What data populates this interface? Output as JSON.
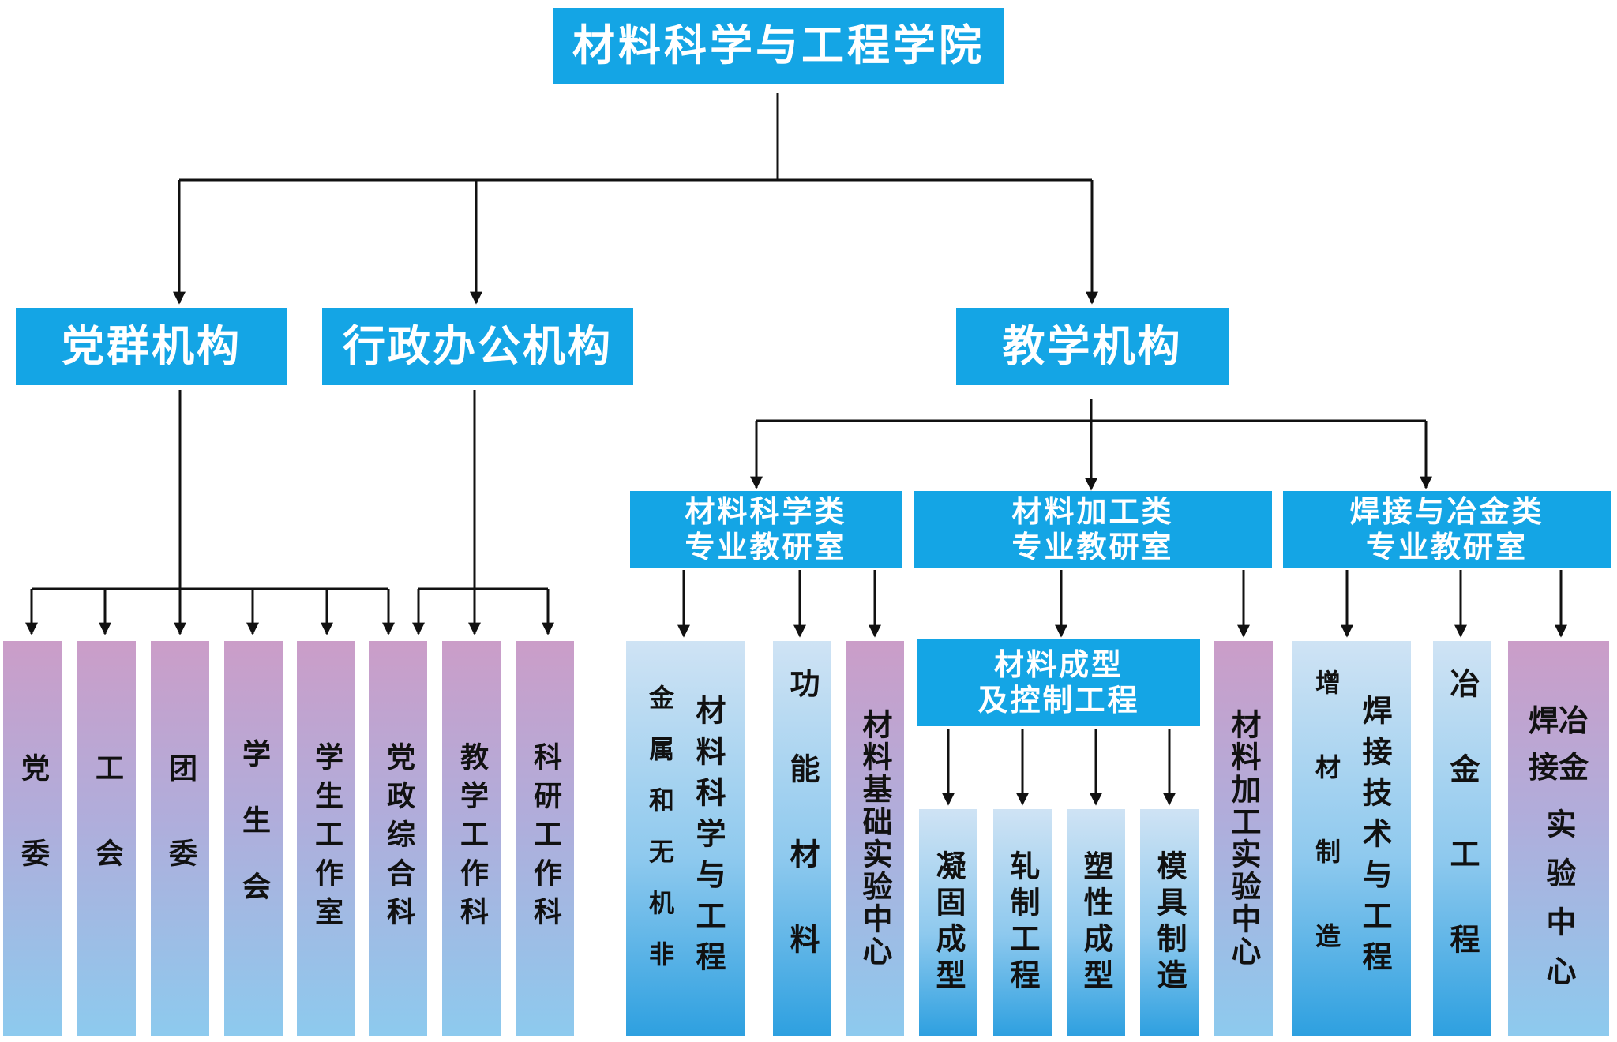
{
  "root": {
    "label": "材料科学与工程学院"
  },
  "level1": {
    "party": "党群机构",
    "admin": "行政办公机构",
    "teaching": "教学机构"
  },
  "level2": {
    "materials_science": [
      "材料科学类",
      "专业教研室"
    ],
    "materials_processing": [
      "材料加工类",
      "专业教研室"
    ],
    "welding": [
      "焊接与冶金类",
      "专业教研室"
    ],
    "forming": [
      "材料成型",
      "及控制工程"
    ]
  },
  "units": {
    "party_committee": [
      "党委"
    ],
    "union": [
      "工会"
    ],
    "youth_league": [
      "团委"
    ],
    "student_union": [
      "学生会"
    ],
    "student_affairs": [
      "学生工作室"
    ],
    "party_admin": [
      "党政综合科"
    ],
    "teaching_affairs": [
      "教学工作科"
    ],
    "research_affairs": [
      "科研工作科"
    ],
    "mse": [
      "材料科学与工程",
      "金属和无机非"
    ],
    "functional": [
      "功能材料"
    ],
    "materials_lab": [
      "材料基础实验中心"
    ],
    "solidification": [
      "凝固成型"
    ],
    "rolling": [
      "轧制工程"
    ],
    "plastic": [
      "塑性成型"
    ],
    "mold": [
      "模具制造"
    ],
    "processing_lab": [
      "材料加工实验中心"
    ],
    "welding_tech": [
      "焊接技术与工程",
      "增材制造"
    ],
    "metallurgy": [
      "冶金工程"
    ],
    "welding_lab": [
      "焊冶接金",
      "实验中心"
    ]
  }
}
